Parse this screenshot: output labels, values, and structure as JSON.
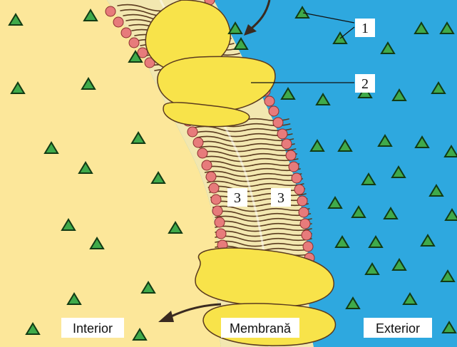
{
  "labels": {
    "interior": "Interior",
    "membrane": "Membrană",
    "exterior": "Exterior"
  },
  "callouts": {
    "one": "1",
    "two": "2",
    "three_left": "3",
    "three_right": "3"
  },
  "colors": {
    "interior": "#FCE79A",
    "exterior": "#2EA8DF",
    "membrane_tail": "#F2E7B0",
    "lipid_line": "#5A3A1E",
    "lipid_head": "#E77B7B",
    "protein": "#F8E34A",
    "molecule": "#3FAA4A",
    "arrow": "#3A2A20"
  },
  "icons": {
    "molecule": "triangle-icon",
    "movement": "curved-arrow-icon"
  }
}
